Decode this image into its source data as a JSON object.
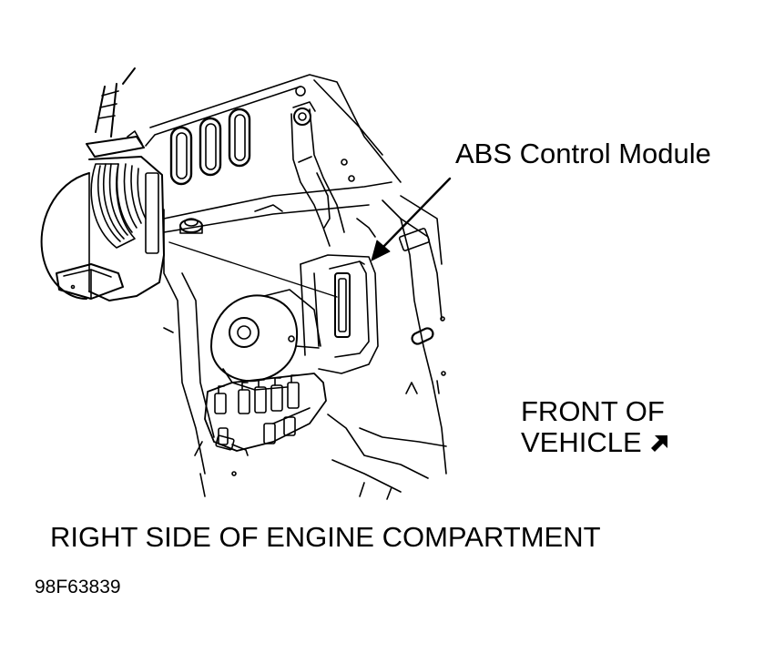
{
  "labels": {
    "component_callout": "ABS Control Module",
    "front_line1": "FRONT OF",
    "front_line2": "VEHICLE",
    "caption": "RIGHT SIDE OF ENGINE COMPARTMENT",
    "figure_id": "98F63839"
  },
  "icons": {
    "front_direction": "arrow-up-right-icon"
  },
  "colors": {
    "line": "#000000",
    "background": "#ffffff"
  }
}
